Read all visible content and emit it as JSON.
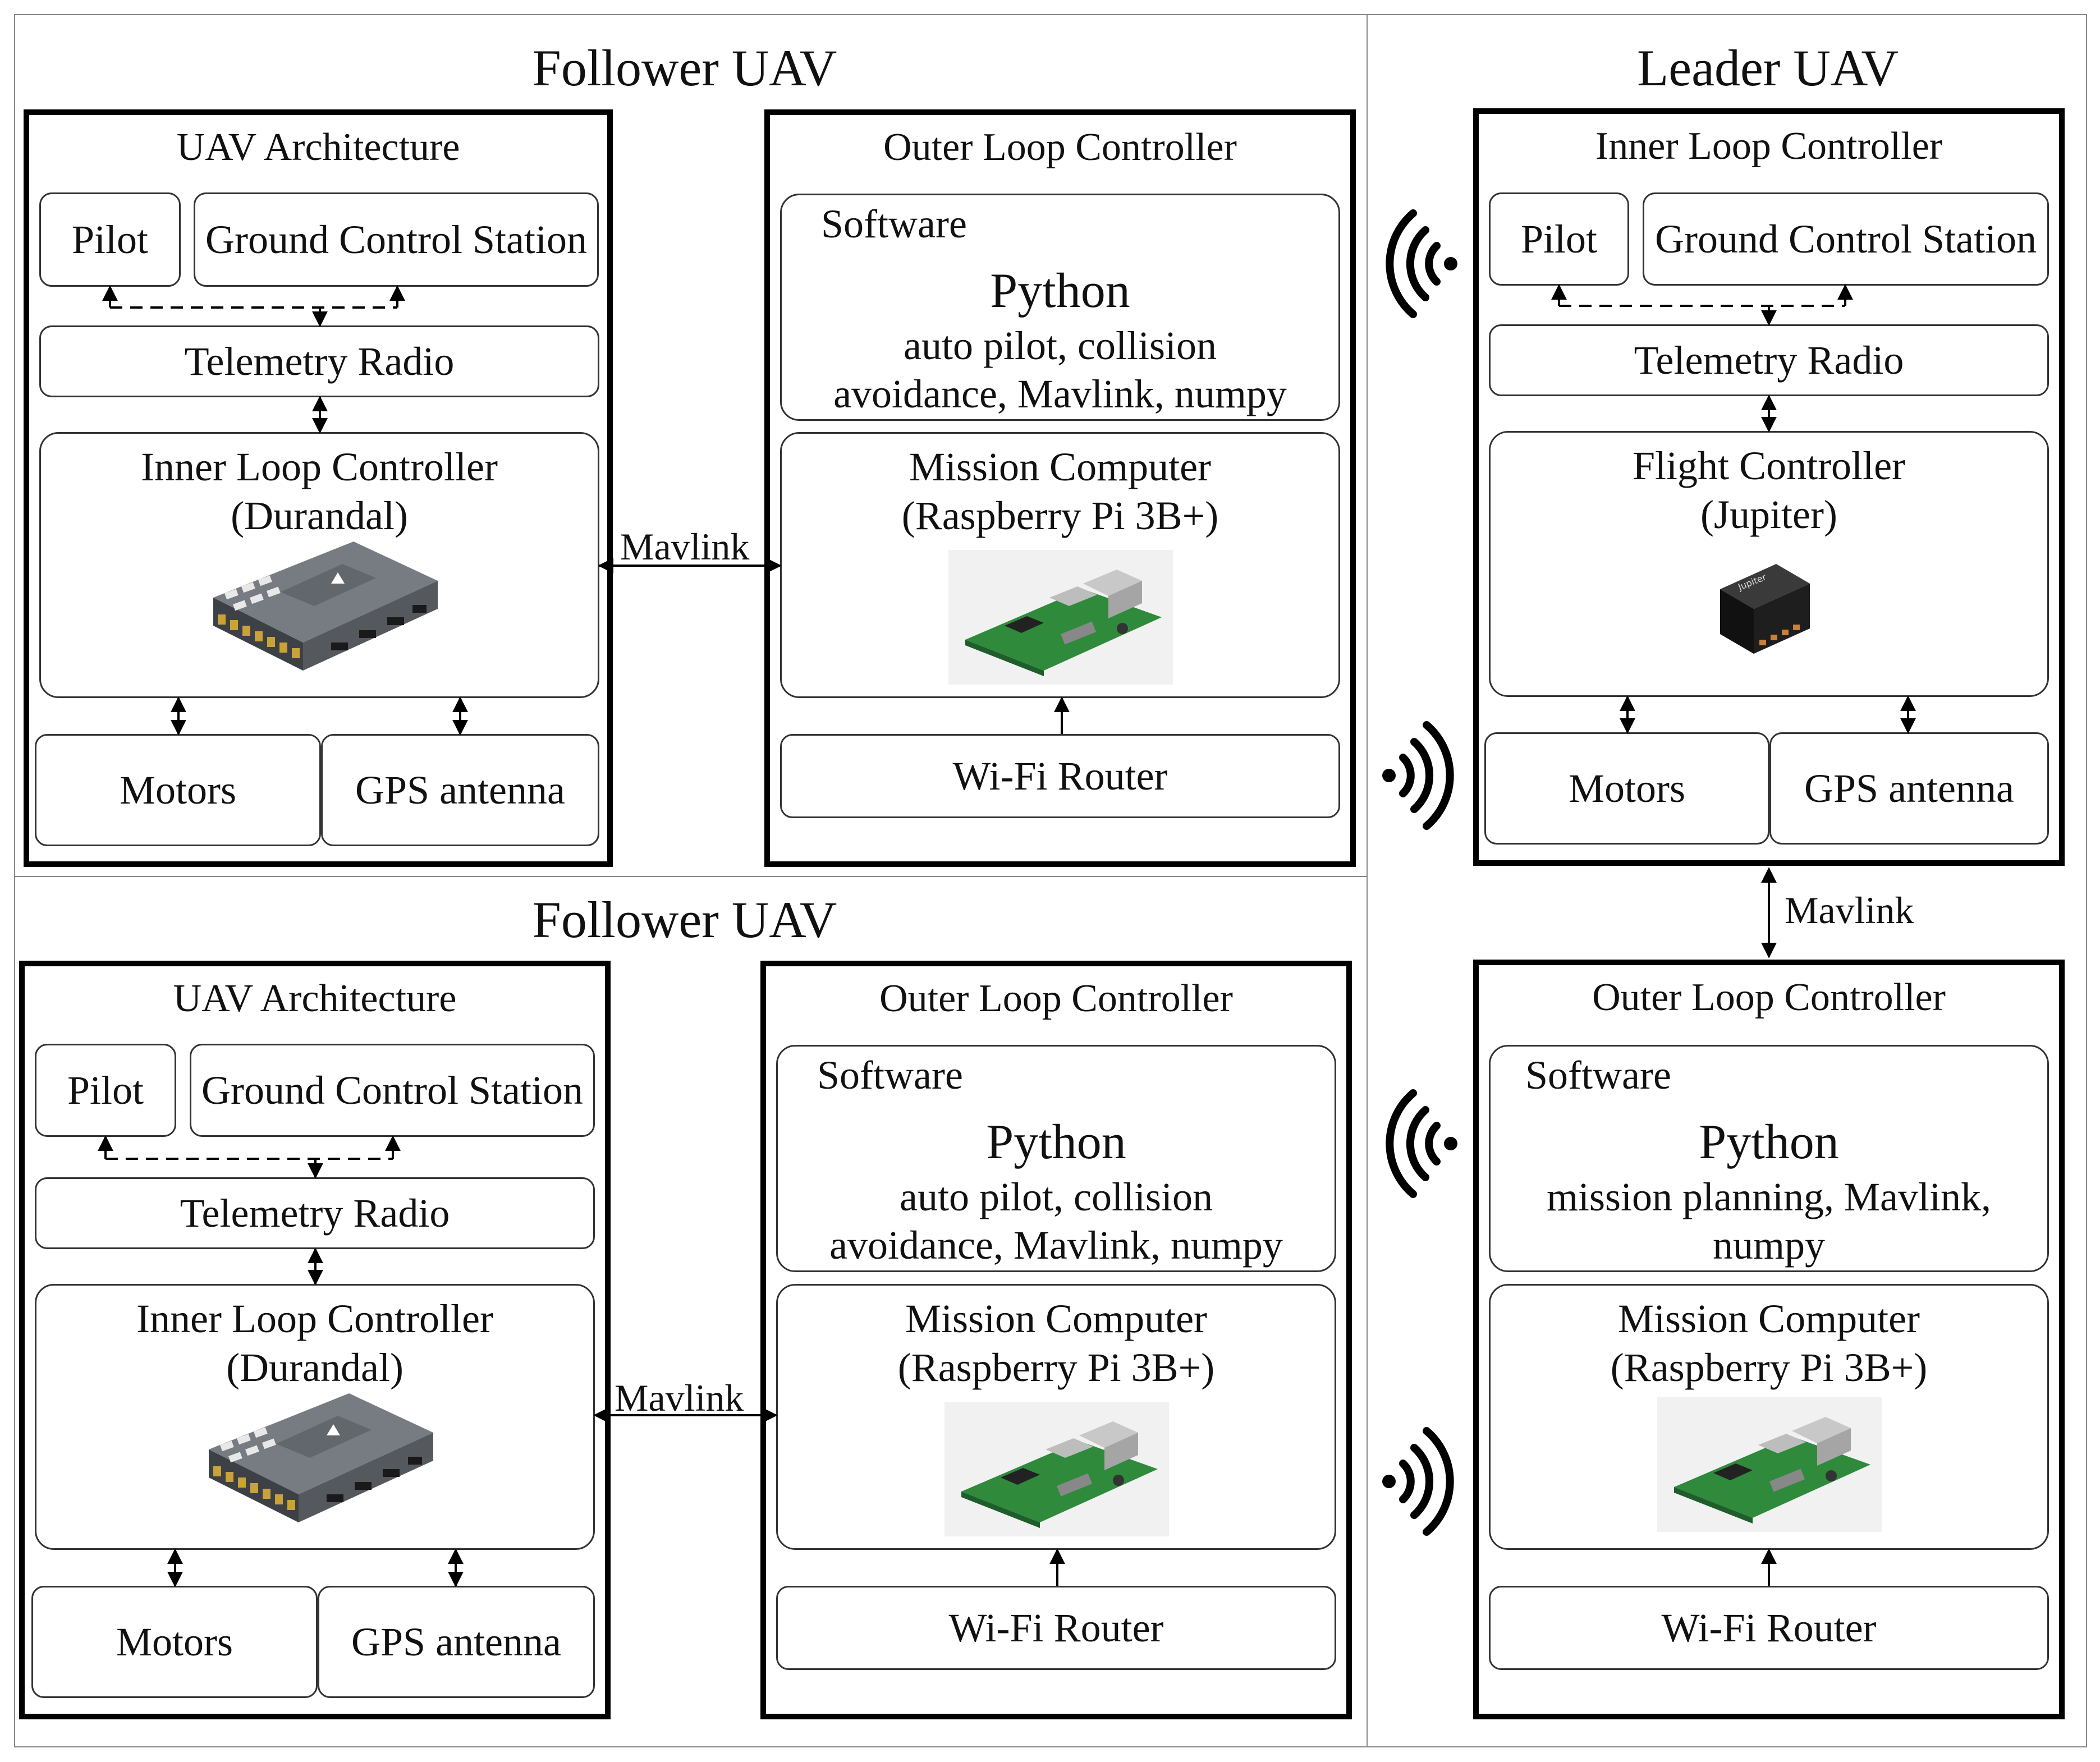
{
  "labels": {
    "follower_uav": "Follower UAV",
    "leader_uav": "Leader UAV",
    "uav_architecture": "UAV Architecture",
    "outer_loop_controller": "Outer Loop Controller",
    "inner_loop_controller": "Inner Loop Controller",
    "pilot": "Pilot",
    "ground_control_station": "Ground Control Station",
    "telemetry_radio": "Telemetry Radio",
    "inner_loop_name": "Inner Loop Controller",
    "durandal": "(Durandal)",
    "flight_controller": "Flight Controller",
    "jupiter": "(Jupiter)",
    "motors": "Motors",
    "gps_antenna": "GPS antenna",
    "software": "Software",
    "python": "Python",
    "follower_software_desc": "auto pilot, collision avoidance, Mavlink, numpy",
    "leader_software_desc": "mission planning, Mavlink, numpy",
    "mission_computer": "Mission Computer",
    "raspberry_pi": "(Raspberry Pi 3B+)",
    "wifi_router": "Wi-Fi Router",
    "mavlink": "Mavlink"
  },
  "colors": {
    "border": "#000000",
    "board_green": "#2f8a3c",
    "durandal_grey": "#5a5e63",
    "durandal_yellow": "#c9a33a",
    "jupiter_black": "#1a1a1a"
  },
  "icons": [
    "wifi-signal-left-icon",
    "wifi-signal-right-icon",
    "raspberry-pi-photo",
    "durandal-photo",
    "jupiter-photo"
  ]
}
